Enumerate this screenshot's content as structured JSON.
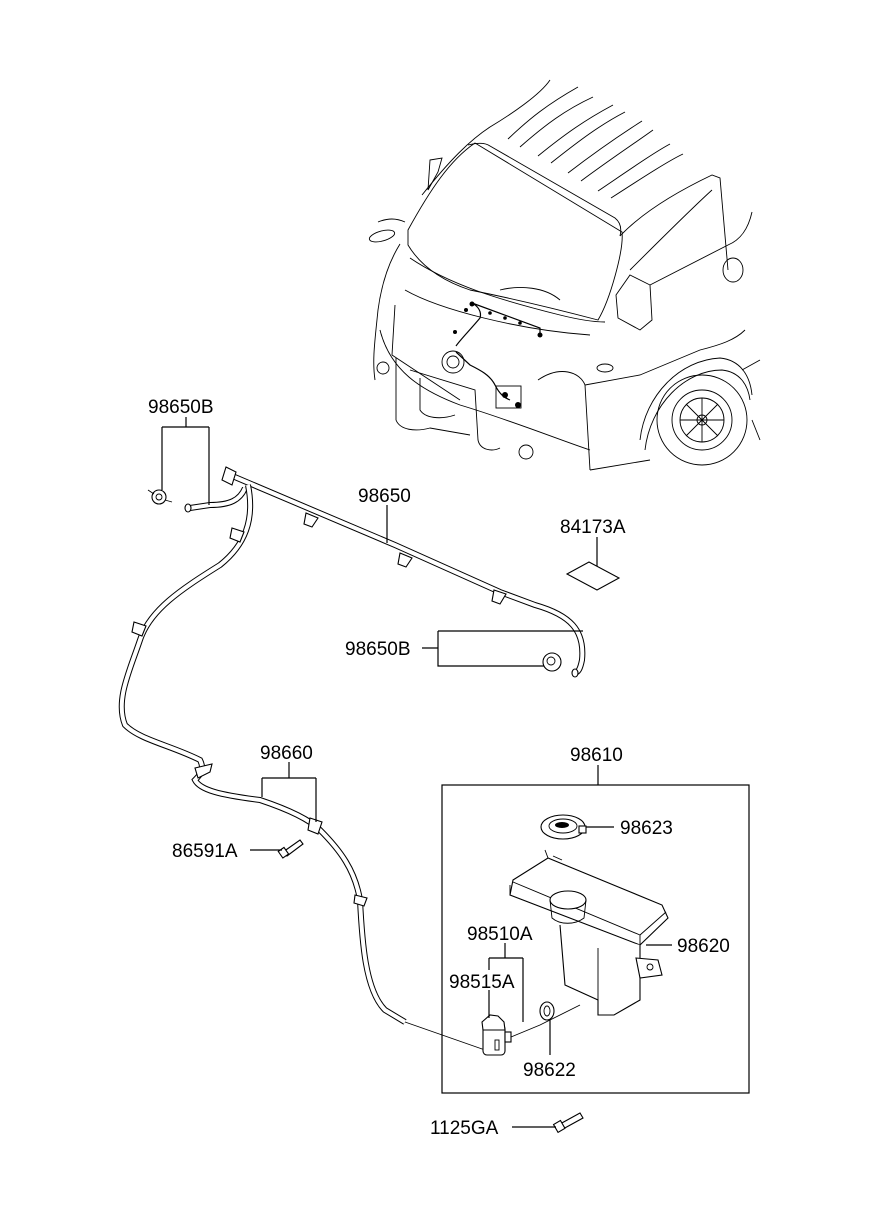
{
  "diagram": {
    "type": "parts-exploded-view",
    "subject": "Windshield washer system",
    "colors": {
      "line": "#000000",
      "background": "#ffffff"
    },
    "callouts": [
      {
        "id": "98650B_top",
        "label": "98650B",
        "part": "washer nozzle and hose end (left)"
      },
      {
        "id": "98650",
        "label": "98650",
        "part": "washer hose assembly"
      },
      {
        "id": "84173A",
        "label": "84173A",
        "part": "pad / label"
      },
      {
        "id": "98650B_right",
        "label": "98650B",
        "part": "washer nozzle and hose end (right)"
      },
      {
        "id": "98660",
        "label": "98660",
        "part": "washer hose"
      },
      {
        "id": "86591A",
        "label": "86591A",
        "part": "bolt / clip"
      },
      {
        "id": "98610",
        "label": "98610",
        "part": "washer reservoir assembly"
      },
      {
        "id": "98623",
        "label": "98623",
        "part": "reservoir cap"
      },
      {
        "id": "98620",
        "label": "98620",
        "part": "washer reservoir"
      },
      {
        "id": "98510A",
        "label": "98510A",
        "part": "washer motor / pump"
      },
      {
        "id": "98515A",
        "label": "98515A",
        "part": "pump connector"
      },
      {
        "id": "98622",
        "label": "98622",
        "part": "grommet"
      },
      {
        "id": "1125GA",
        "label": "1125GA",
        "part": "bolt"
      }
    ]
  }
}
